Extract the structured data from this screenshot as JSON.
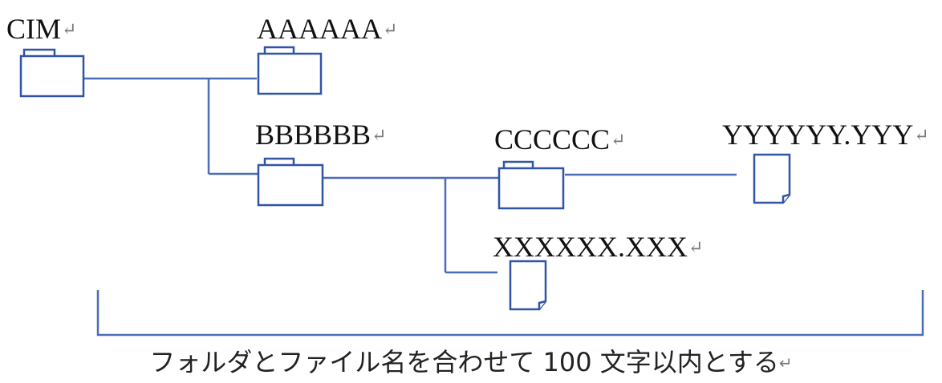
{
  "folders": [
    {
      "name": "CIM"
    },
    {
      "name": "AAAAAA"
    },
    {
      "name": "BBBBBB"
    },
    {
      "name": "CCCCCC"
    }
  ],
  "files": [
    {
      "name": "YYYYYY.YYY"
    },
    {
      "name": "XXXXXX.XXX"
    }
  ],
  "return_mark": "↵",
  "caption": "フォルダとファイル名を合わせて 100 文字以内とする",
  "colors": {
    "line": "#4a6db8",
    "folder": "#2f55a4",
    "text": "#111111"
  }
}
